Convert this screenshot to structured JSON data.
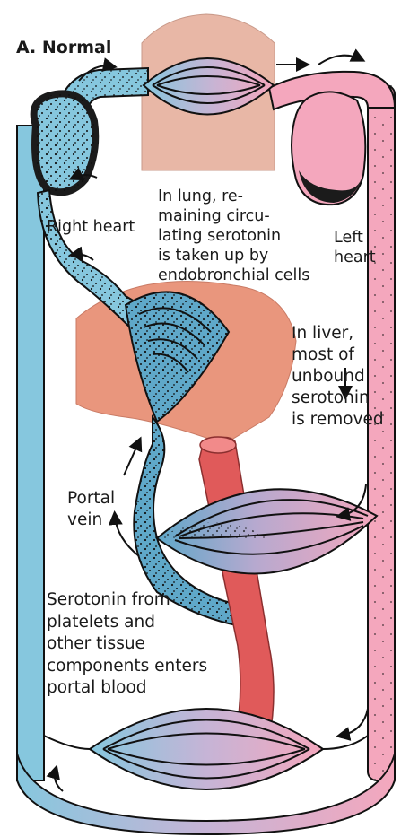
{
  "title": "A. Normal",
  "labels": {
    "right_heart": "Right heart",
    "left_heart": "Left\nheart",
    "lung_note": "In lung, re-\nmaining circu-\nlating serotonin\nis taken up by\nendobronchial cells",
    "liver_note": "In liver,\nmost of\nunbound\nserotonin\nis removed",
    "portal_vein": "Portal\nvein",
    "source_note": "Serotonin from\nplatelets and\nother tissue\ncomponents enters\nportal blood"
  },
  "colors": {
    "venous_blue": "#86c7de",
    "serotonin_blue": "#5fa8c9",
    "arterial_pink": "#f4a7bd",
    "lung_tissue": "#e8b7a6",
    "liver_tissue": "#e9967d",
    "artery_red": "#e05a5a",
    "heart_wall": "#1b1b1b",
    "outline": "#111111"
  }
}
